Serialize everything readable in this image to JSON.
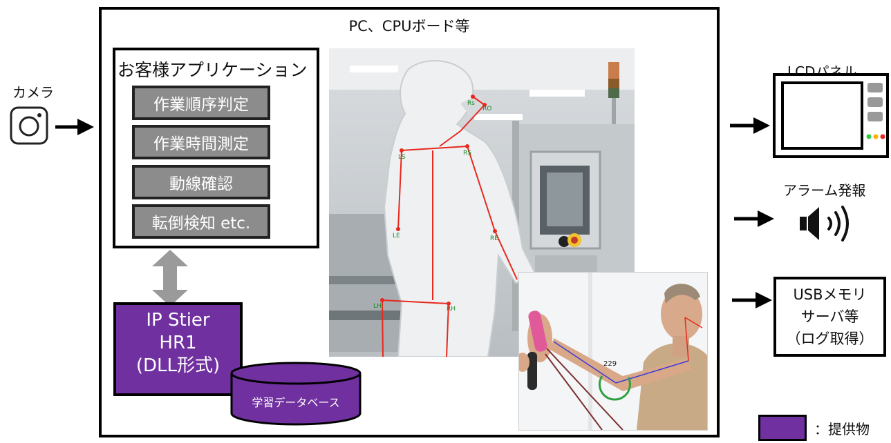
{
  "camera": {
    "label": "カメラ"
  },
  "pc": {
    "title": "PC、CPUボード等"
  },
  "app": {
    "title": "お客様アプリケーション",
    "functions": [
      "作業順序判定",
      "作業時間測定",
      "動線確認",
      "転倒検知 etc."
    ]
  },
  "ipstier": {
    "line1": "IP Stier",
    "line2": "HR1",
    "line3": "(DLL形式)"
  },
  "database": {
    "label": "学習データベース"
  },
  "photos": {
    "main_keypoints": [
      "Rs",
      "RO",
      "LS",
      "RS",
      "LE",
      "RE",
      "LH",
      "RH"
    ],
    "inset_angle": "229"
  },
  "outputs": {
    "lcd_label": "LCDパネル",
    "alarm_label": "アラーム発報",
    "usb_line1": "USBメモリ",
    "usb_line2": "サーバ等",
    "usb_line3": "（ログ取得）"
  },
  "legend": {
    "label": "：提供物"
  },
  "colors": {
    "provided": "#7030a0",
    "function_box": "#8c8c8c",
    "skeleton": "#e8281e"
  }
}
